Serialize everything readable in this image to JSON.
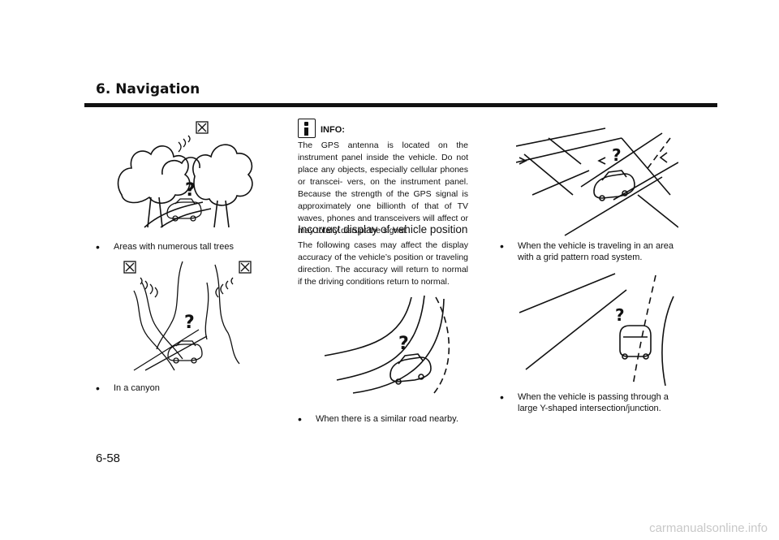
{
  "header": {
    "title": "6. Navigation"
  },
  "left_column": {
    "bullets": [
      {
        "text": "Areas with numerous tall trees"
      },
      {
        "text": "In a canyon"
      }
    ]
  },
  "middle_column": {
    "info_label": "INFO:",
    "info_text": "The GPS antenna is located on the instrument panel inside the vehicle. Do not place any objects, especially cellular phones or transcei- vers, on the instrument panel. Because the strength of the GPS signal is approximately one billionth of that of TV waves, phones and transceivers will affect or may totally disrupt the signal.",
    "subheading": "Incorrect display of vehicle position",
    "sub_text": "The following cases may affect the display accuracy of the vehicle’s position or traveling direction. The accuracy will return to normal if the driving conditions return to normal.",
    "bullets": [
      {
        "text": "When there is a similar road nearby."
      }
    ]
  },
  "right_column": {
    "bullets": [
      {
        "text": "When the vehicle is traveling in an area with a grid pattern road system."
      },
      {
        "text": "When the vehicle is passing through a large Y-shaped intersection/junction."
      }
    ]
  },
  "footer": {
    "page_number": "6-58",
    "watermark": "carmanualsonline.info"
  },
  "icons": {
    "bullet": "•",
    "question": "?"
  }
}
